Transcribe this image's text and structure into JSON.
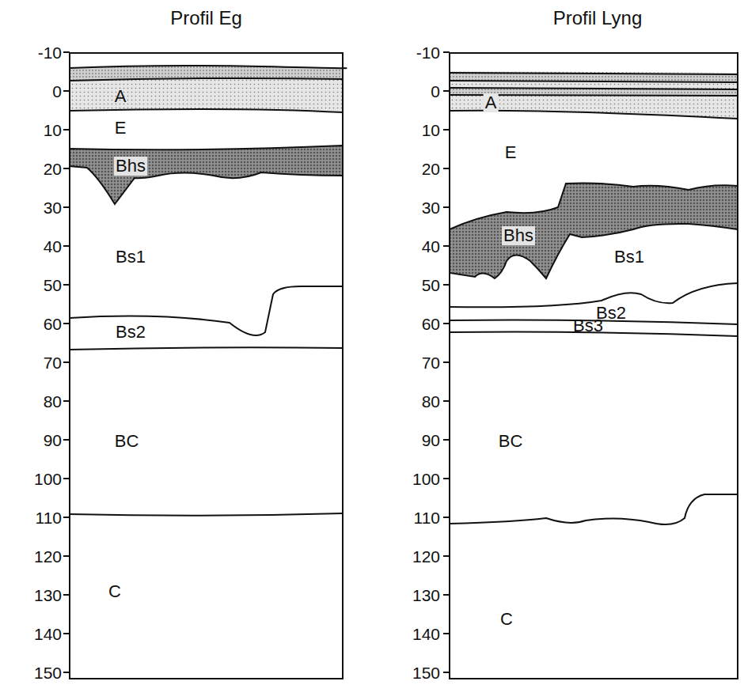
{
  "diagram": {
    "nodes": [
      {
        "text": [
          "Profil Eg"
        ]
      },
      {
        "text": [
          "Profil Lyng"
        ]
      }
    ],
    "labels": [
      "-10",
      "0",
      "10",
      "20",
      "30",
      "40",
      "50",
      "60",
      "70",
      "80",
      "90",
      "100",
      "110",
      "120",
      "130",
      "140",
      "150",
      "A",
      "E",
      "Bhs",
      "Bs1",
      "Bs2",
      "BC",
      "C",
      "-10",
      "0",
      "10",
      "20",
      "30",
      "40",
      "50",
      "60",
      "70",
      "80",
      "90",
      "100",
      "110",
      "120",
      "130",
      "140",
      "150",
      "A",
      "E",
      "Bhs",
      "Bs1",
      "Bs2",
      "Bs3",
      "BC",
      "C"
    ]
  }
}
